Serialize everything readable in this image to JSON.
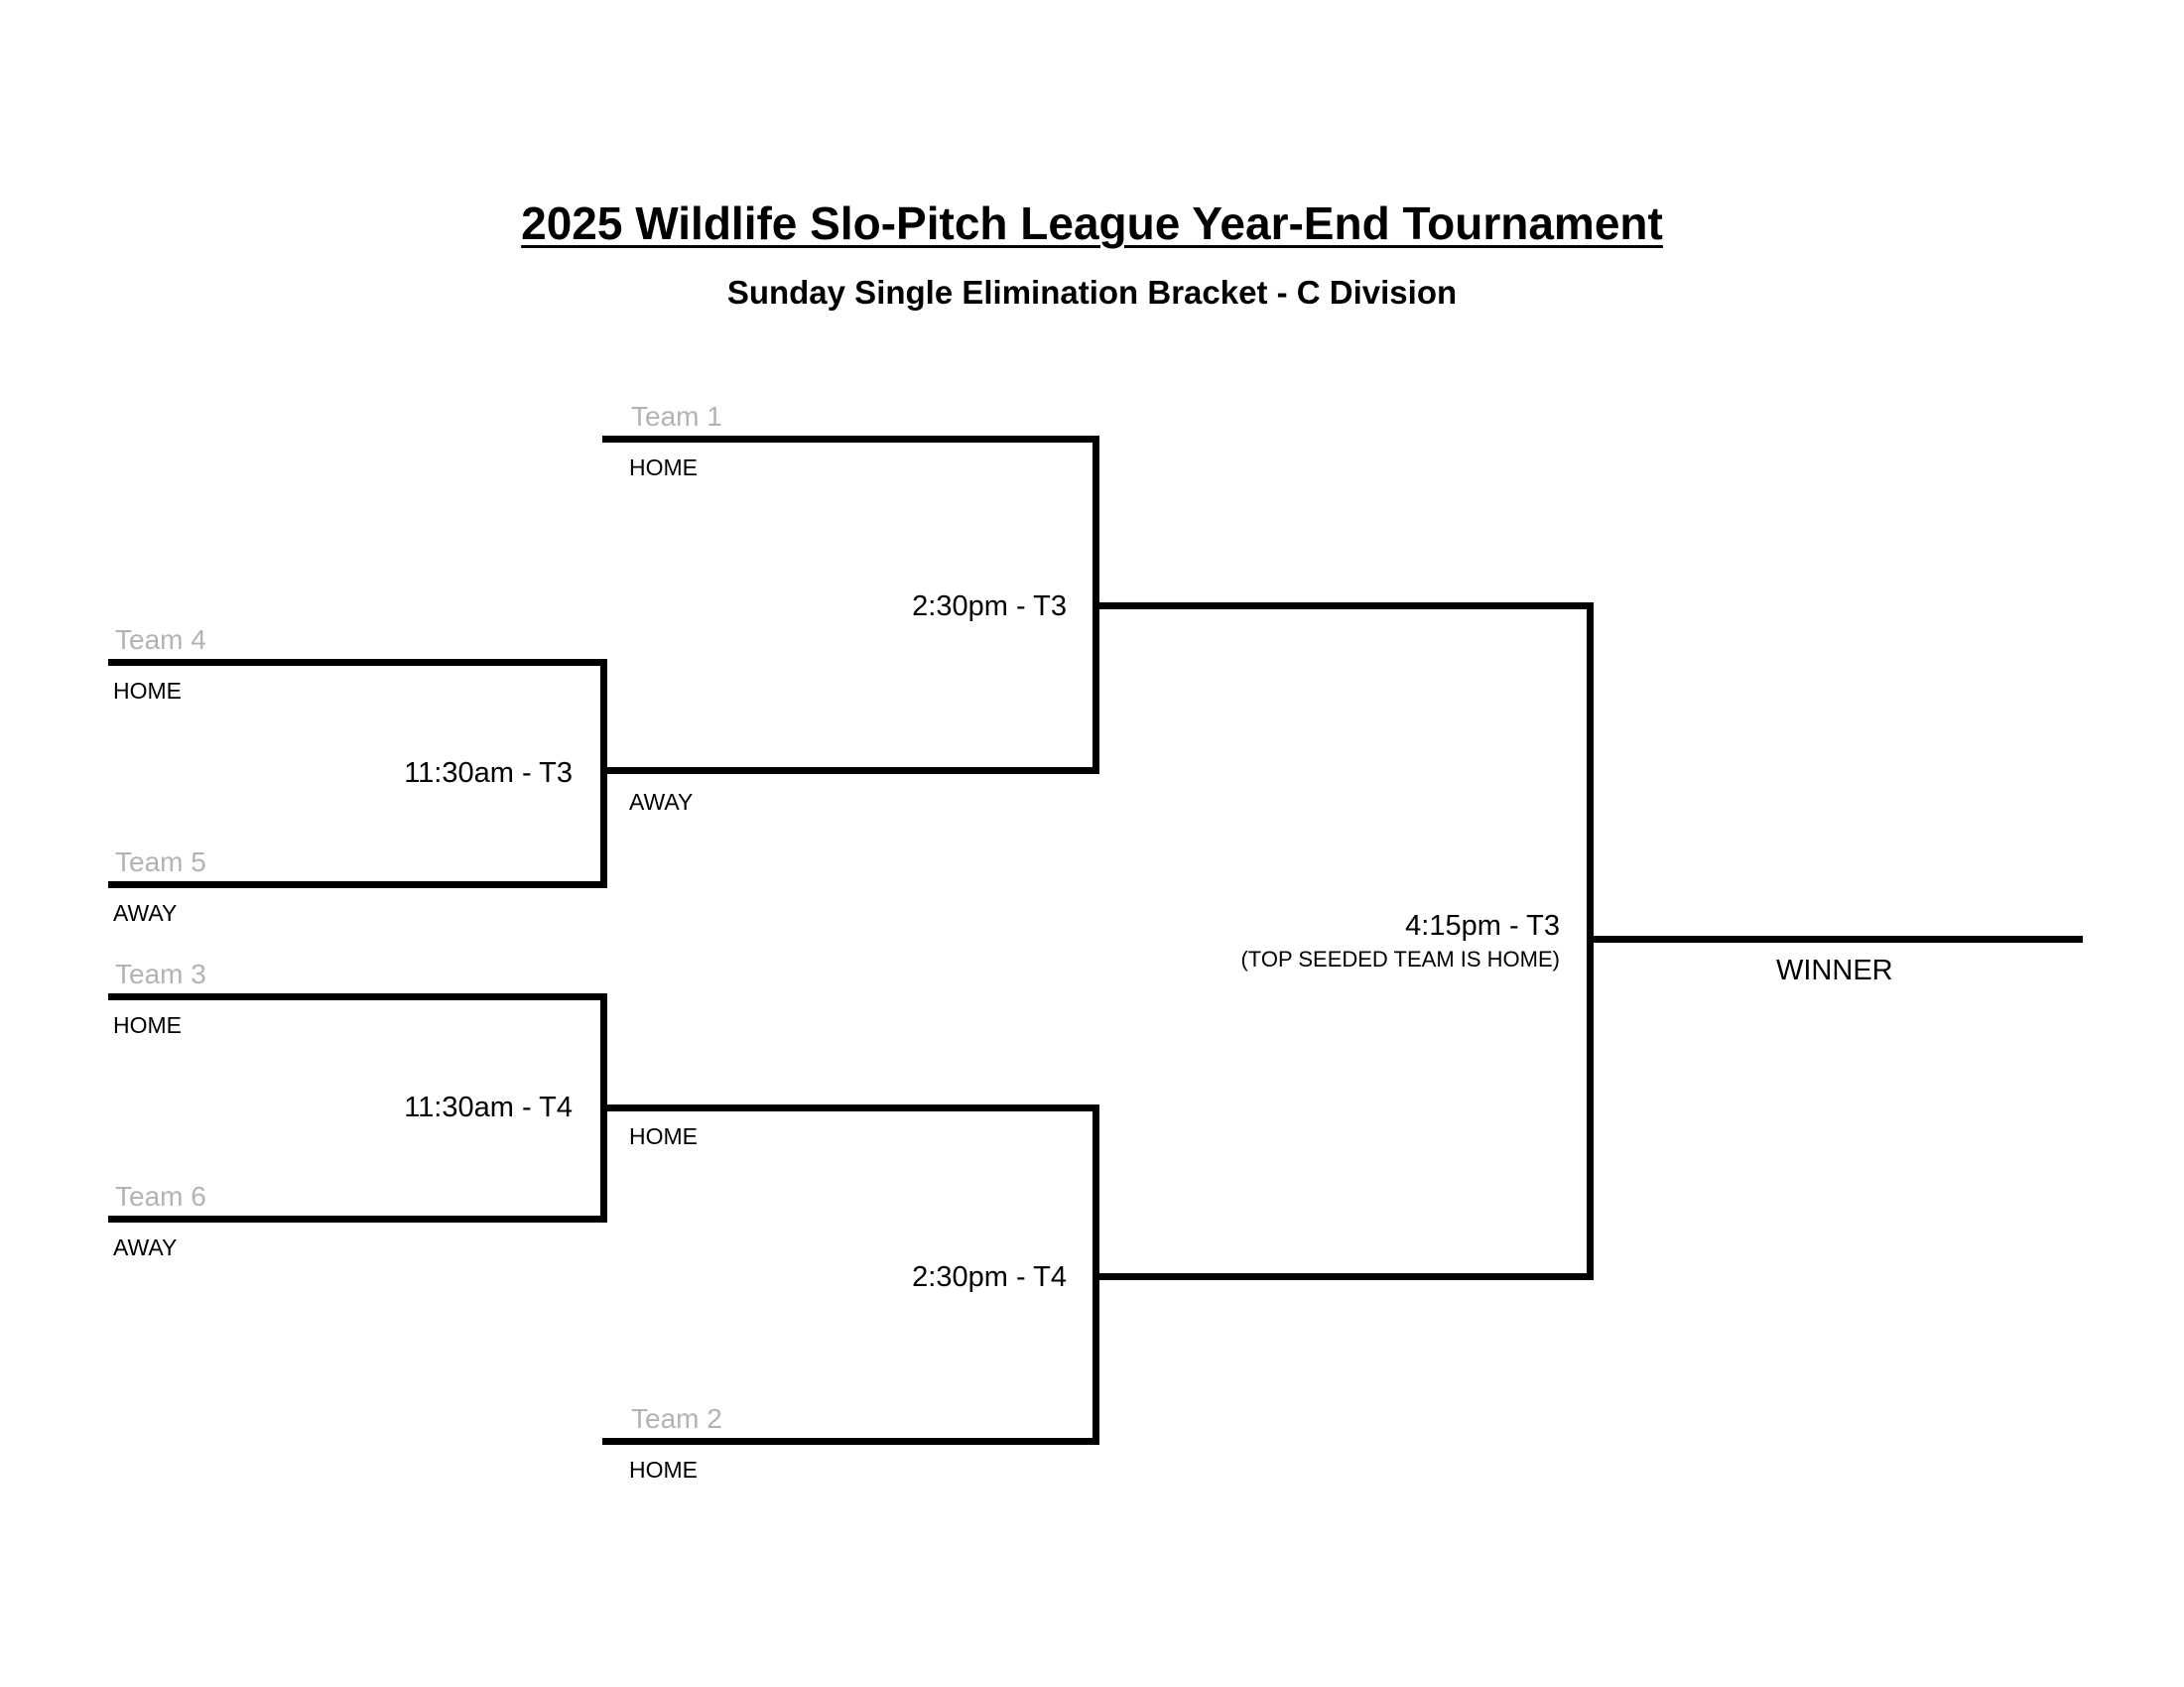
{
  "header": {
    "title": "2025 Wildlife Slo-Pitch League Year-End Tournament",
    "subtitle": "Sunday Single Elimination Bracket - C Division"
  },
  "round1": {
    "game1": {
      "time": "11:30am - T3",
      "top": {
        "team": "Team 4",
        "role": "HOME"
      },
      "bottom": {
        "team": "Team 5",
        "role": "AWAY"
      }
    },
    "game2": {
      "time": "11:30am - T4",
      "top": {
        "team": "Team 3",
        "role": "HOME"
      },
      "bottom": {
        "team": "Team 6",
        "role": "AWAY"
      }
    }
  },
  "semis": {
    "game1": {
      "time": "2:30pm - T3",
      "top": {
        "team": "Team 1",
        "role": "HOME"
      },
      "bottom": {
        "role": "AWAY"
      }
    },
    "game2": {
      "time": "2:30pm - T4",
      "top": {
        "role": "HOME"
      },
      "bottom": {
        "team": "Team 2",
        "role": "HOME"
      }
    }
  },
  "final": {
    "time": "4:15pm - T3",
    "note": "(TOP SEEDED TEAM IS HOME)",
    "winner_label": "WINNER"
  }
}
